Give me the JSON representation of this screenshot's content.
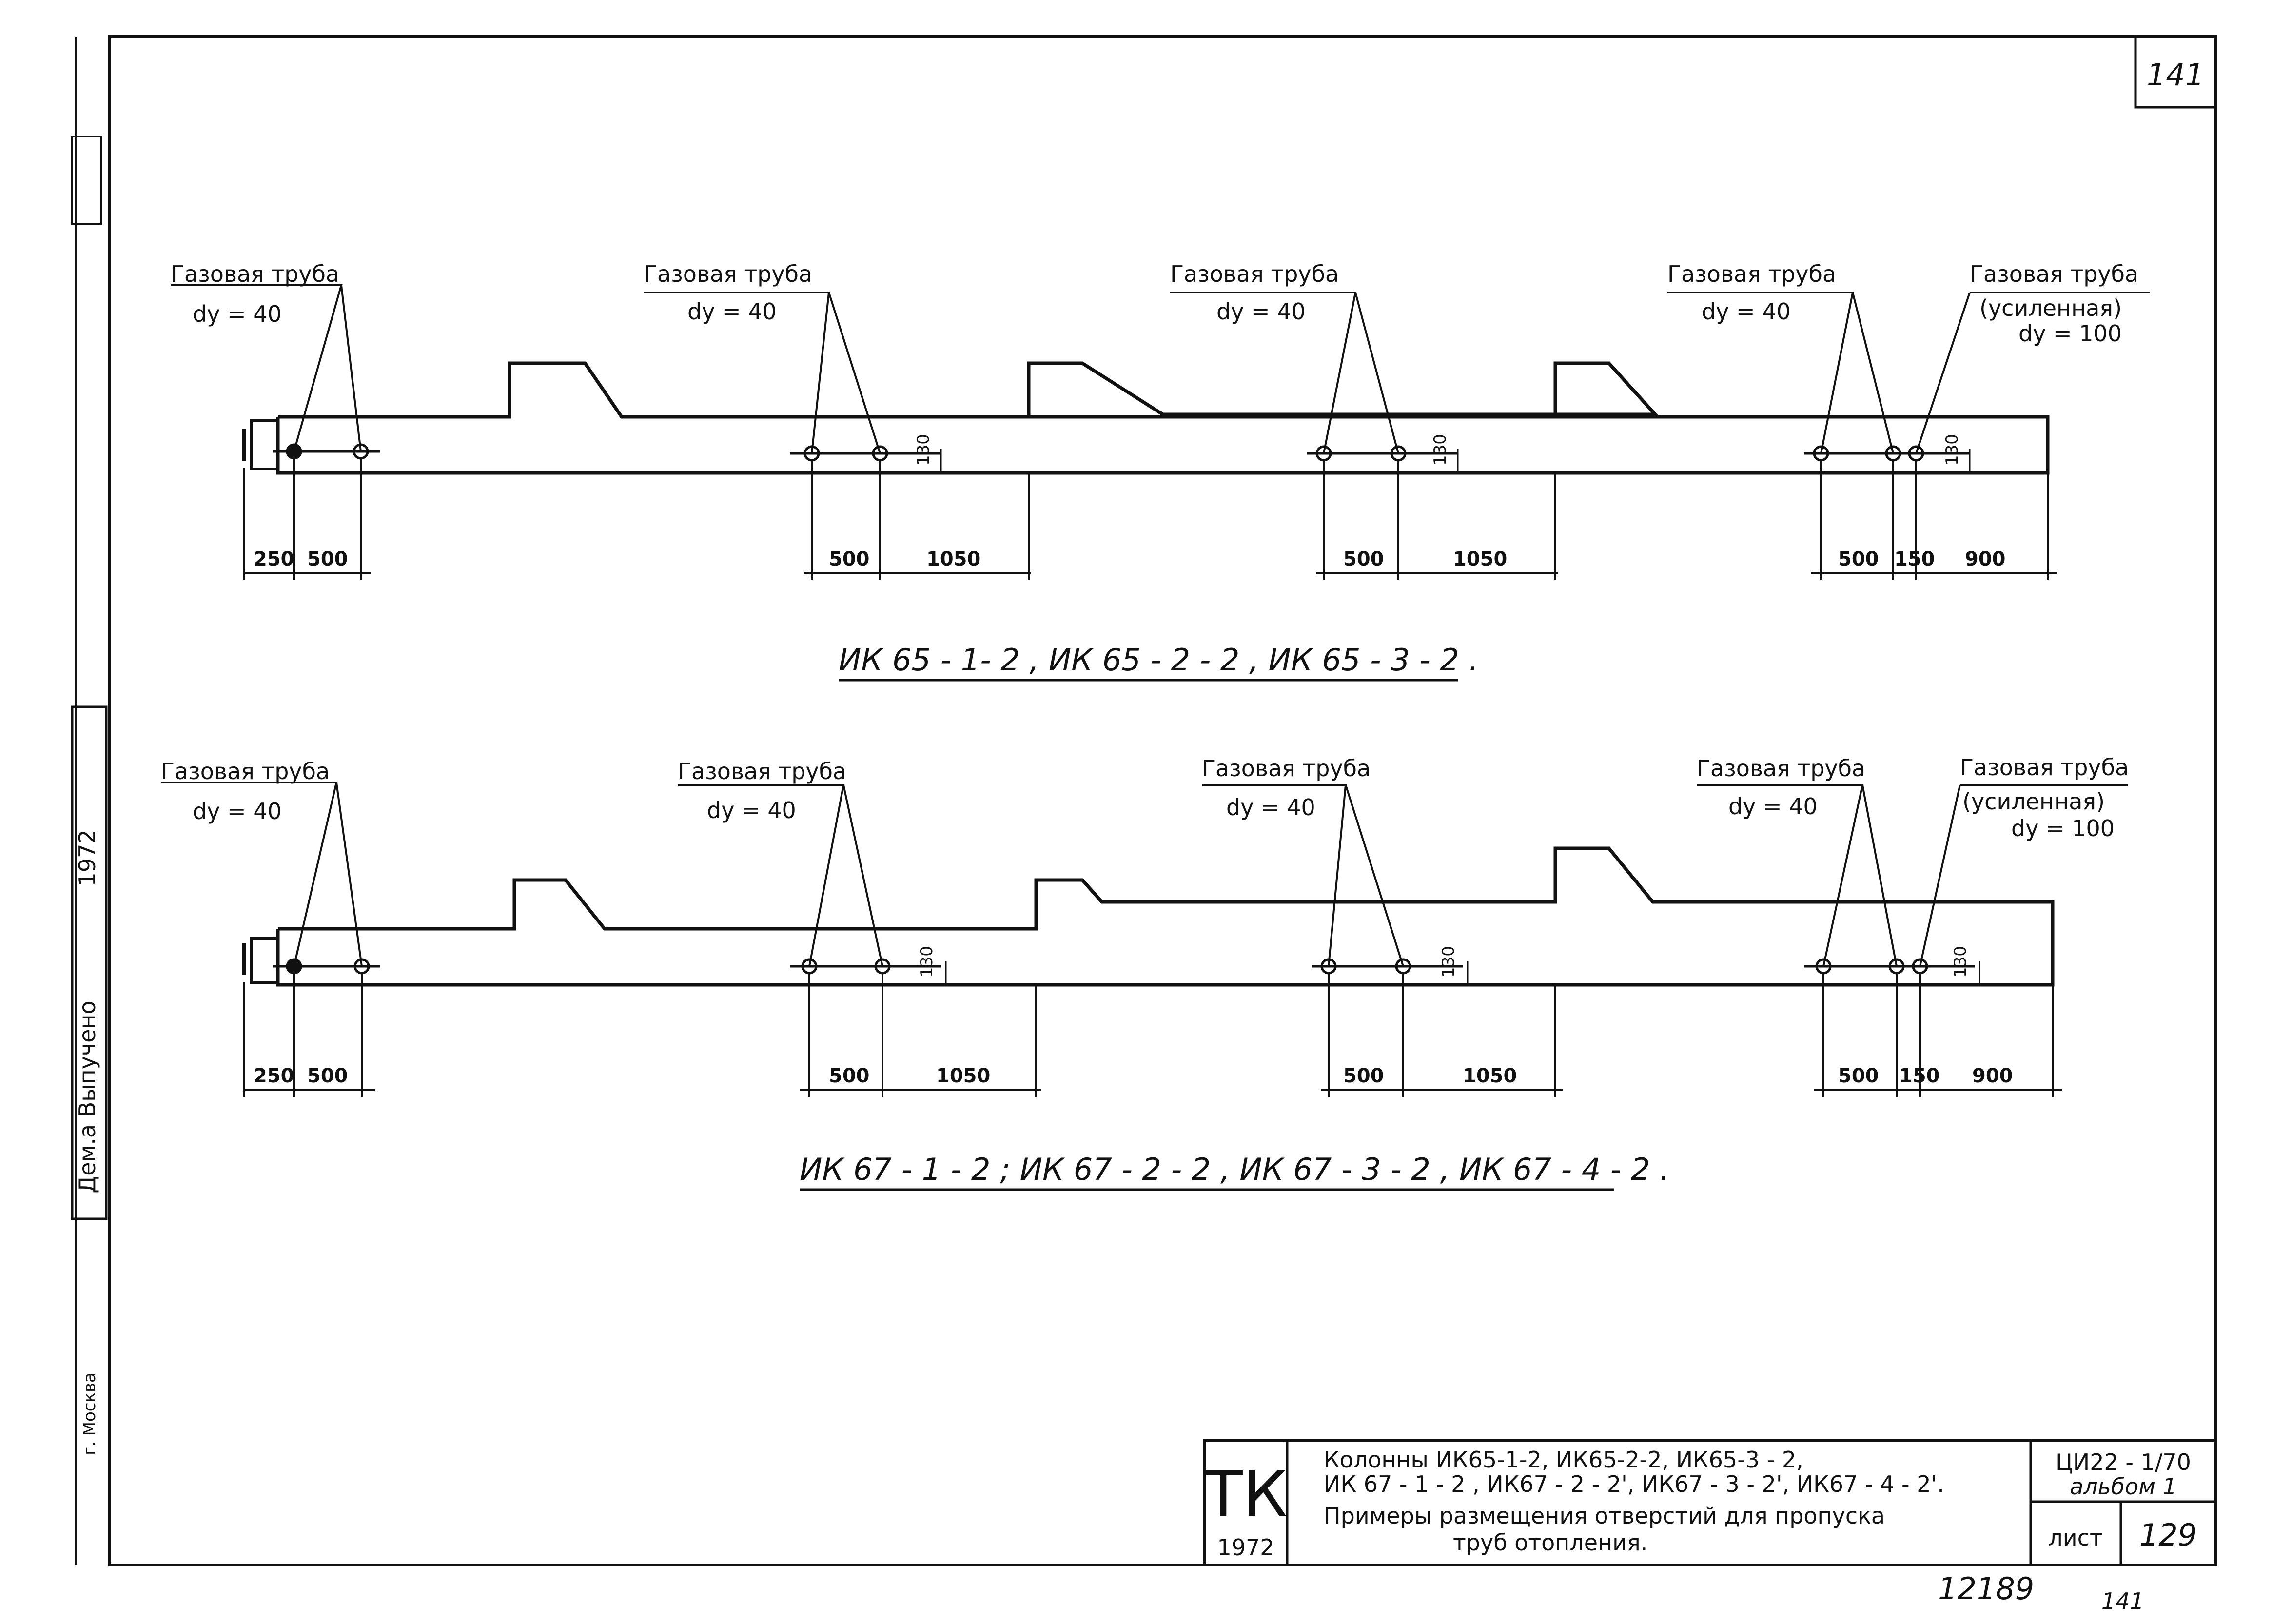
{
  "sheet": {
    "page_corner": "141",
    "bottom_number": "12189",
    "bottom_page": "141",
    "left_margin": {
      "year": "1972",
      "names": "Дем.а  Выпучено",
      "city": "г. Москва"
    }
  },
  "elevations": [
    {
      "caption": "ИК 65 - 1- 2 ,  ИК 65 - 2 - 2 , ИК 65 - 3 - 2 .",
      "pipes": [
        {
          "label": "Газовая труба",
          "size": "dy = 40"
        },
        {
          "label": "Газовая труба",
          "size": "dy = 40"
        },
        {
          "label": "Газовая труба",
          "size": "dy = 40"
        },
        {
          "label": "Газовая труба",
          "size": "dy = 40"
        },
        {
          "label": "Газовая труба",
          "note": "(усиленная)",
          "size": "dy = 100"
        }
      ],
      "hole_offset": "130",
      "dims": [
        "250",
        "500",
        "500",
        "1050",
        "500",
        "1050",
        "500",
        "150",
        "900"
      ]
    },
    {
      "caption": "ИК 67 - 1 - 2 ;  ИК 67 - 2 - 2 , ИК 67 - 3 - 2 , ИК 67 - 4 - 2 .",
      "pipes": [
        {
          "label": "Газовая труба",
          "size": "dy = 40"
        },
        {
          "label": "Газовая труба",
          "size": "dy = 40"
        },
        {
          "label": "Газовая труба",
          "size": "dy = 40"
        },
        {
          "label": "Газовая труба",
          "size": "dy = 40"
        },
        {
          "label": "Газовая труба",
          "note": "(усиленная)",
          "size": "dy = 100"
        }
      ],
      "hole_offset": "130",
      "dims": [
        "250",
        "500",
        "500",
        "1050",
        "500",
        "1050",
        "500",
        "150",
        "900"
      ]
    }
  ],
  "title_block": {
    "logo": "ТК",
    "year": "1972",
    "title_lines": [
      "Колонны  ИК65-1-2, ИК65-2-2,  ИК65-3 - 2,",
      "ИК 67 - 1 - 2 , ИК67 - 2 - 2', ИК67 - 3 - 2',  ИК67 - 4 - 2'.",
      "Примеры  размещения  отверстий для  пропуска",
      "труб   отопления."
    ],
    "series": "ЦИ22 - 1/70",
    "album": "альбом  1",
    "sheet_label": "лист",
    "sheet_number": "129"
  }
}
